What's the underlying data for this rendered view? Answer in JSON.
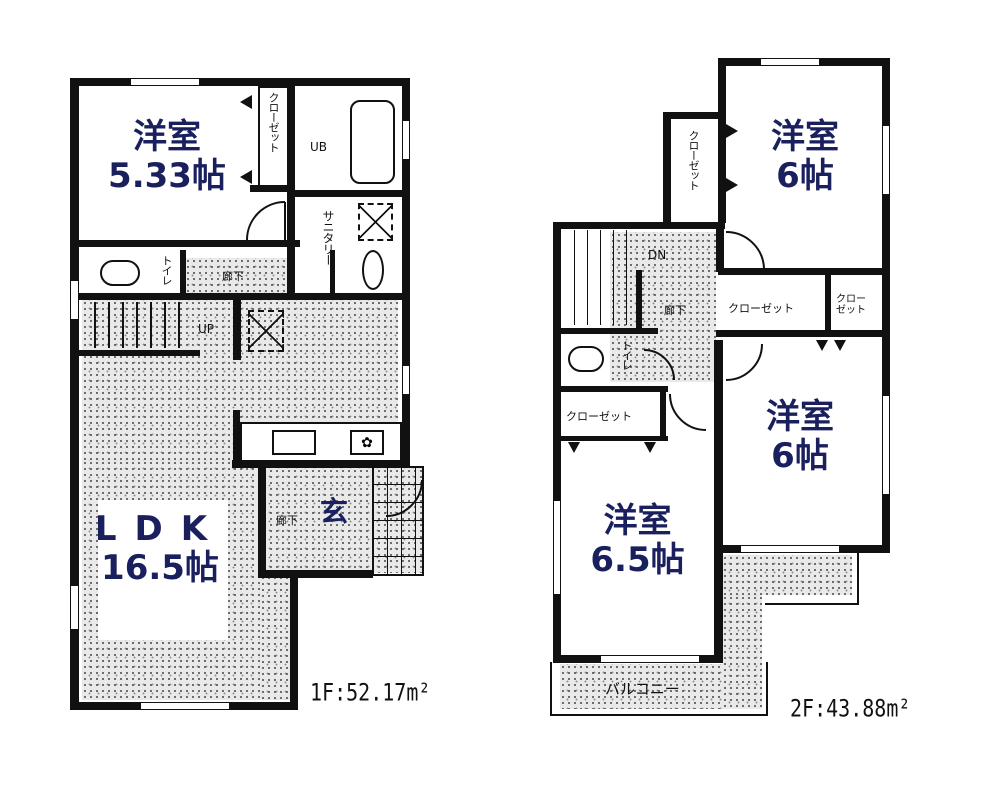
{
  "floors": [
    {
      "id": "1F",
      "area_label": "1F:52.17m²",
      "rooms": [
        {
          "name": "洋室",
          "size": "5.33帖"
        },
        {
          "name": "LDK",
          "size": "16.5帖"
        }
      ],
      "labels": {
        "closet": "クローゼット",
        "unit_bath": "UB",
        "sanitary": "サニタリー",
        "toilet": "トイレ",
        "hallway": "廊下",
        "hallway2": "廊下",
        "stairs_up": "UP",
        "entrance": "玄"
      }
    },
    {
      "id": "2F",
      "area_label": "2F:43.88m²",
      "rooms": [
        {
          "name": "洋室",
          "size": "6帖"
        },
        {
          "name": "洋室",
          "size": "6帖"
        },
        {
          "name": "洋室",
          "size": "6.5帖"
        }
      ],
      "labels": {
        "closet_vertical": "クローゼット",
        "closet_a": "クローゼット",
        "closet_b": "クロー\nゼット",
        "closet_c": "クローゼット",
        "toilet": "トイレ",
        "hallway": "廊下",
        "stairs_down": "DN",
        "balcony": "バルコニー"
      }
    }
  ],
  "colors": {
    "label": "#1a1f5e",
    "wall": "#111111",
    "floor_texture": "#e9e9e9"
  }
}
